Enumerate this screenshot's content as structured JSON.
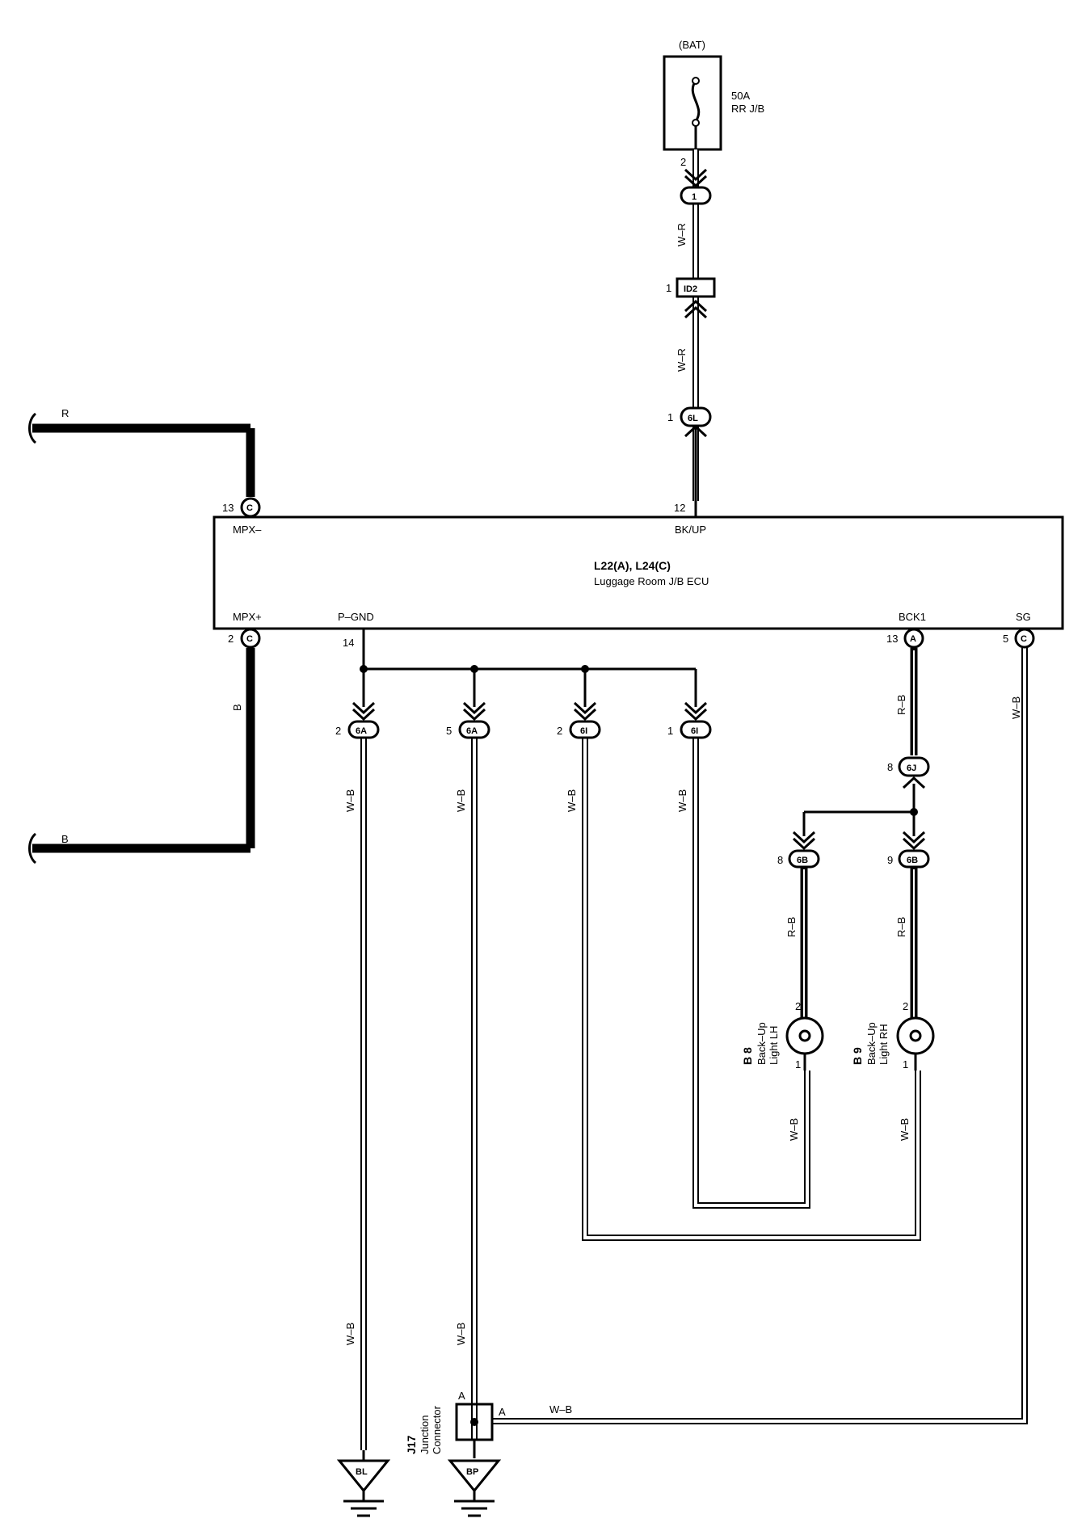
{
  "fuse": {
    "source": "(BAT)",
    "rating": "50A",
    "location": "RR J/B",
    "pin": "2"
  },
  "ecu": {
    "name": "L22(A), L24(C)",
    "description": "Luggage Room J/B ECU",
    "pins": {
      "mpx_minus": "MPX–",
      "bk_up": "BK/UP",
      "mpx_plus": "MPX+",
      "p_gnd": "P–GND",
      "bck1": "BCK1",
      "sg": "SG"
    },
    "pin_numbers": {
      "mpx_minus": "13",
      "bk_up": "12",
      "mpx_plus": "2",
      "p_gnd": "14",
      "bck1": "13",
      "sg": "5"
    },
    "connector_letters": {
      "mpx_minus": "C",
      "mpx_plus": "C",
      "bck1": "A",
      "sg": "C"
    }
  },
  "connectors": {
    "c1": {
      "pin": "",
      "label": "1"
    },
    "id2": {
      "pin": "1",
      "label": "ID2"
    },
    "c6l": {
      "pin": "1",
      "label": "6L"
    },
    "c6a_left": {
      "pin": "2",
      "label": "6A"
    },
    "c6a_right": {
      "pin": "5",
      "label": "6A"
    },
    "c6i_left": {
      "pin": "2",
      "label": "6I"
    },
    "c6i_right": {
      "pin": "1",
      "label": "6I"
    },
    "c6j": {
      "pin": "8",
      "label": "6J"
    },
    "c6b_left": {
      "pin": "8",
      "label": "6B"
    },
    "c6b_right": {
      "pin": "9",
      "label": "6B"
    }
  },
  "wires": {
    "w_r_1": "W–R",
    "w_r_2": "W–R",
    "r": "R",
    "b_vert": "B",
    "b_bottom": "B",
    "r_b_1": "R–B",
    "r_b_2": "R–B",
    "r_b_3": "R–B",
    "w_b_sg": "W–B",
    "w_b_1": "W–B",
    "w_b_2": "W–B",
    "w_b_3": "W–B",
    "w_b_4": "W–B",
    "w_b_5": "W–B",
    "w_b_6": "W–B",
    "w_b_7": "W–B",
    "w_b_8": "W–B",
    "w_b_j17": "W–B"
  },
  "lights": {
    "lh": {
      "code": "B 8",
      "line1": "Back–Up",
      "line2": "Light LH",
      "pin_top": "2",
      "pin_bottom": "1"
    },
    "rh": {
      "code": "B 9",
      "line1": "Back–Up",
      "line2": "Light RH",
      "pin_top": "2",
      "pin_bottom": "1"
    }
  },
  "junction": {
    "code": "J17",
    "line1": "Junction",
    "line2": "Connector",
    "pin_top": "A",
    "pin_right": "A"
  },
  "grounds": {
    "bl": "BL",
    "bp": "BP"
  }
}
